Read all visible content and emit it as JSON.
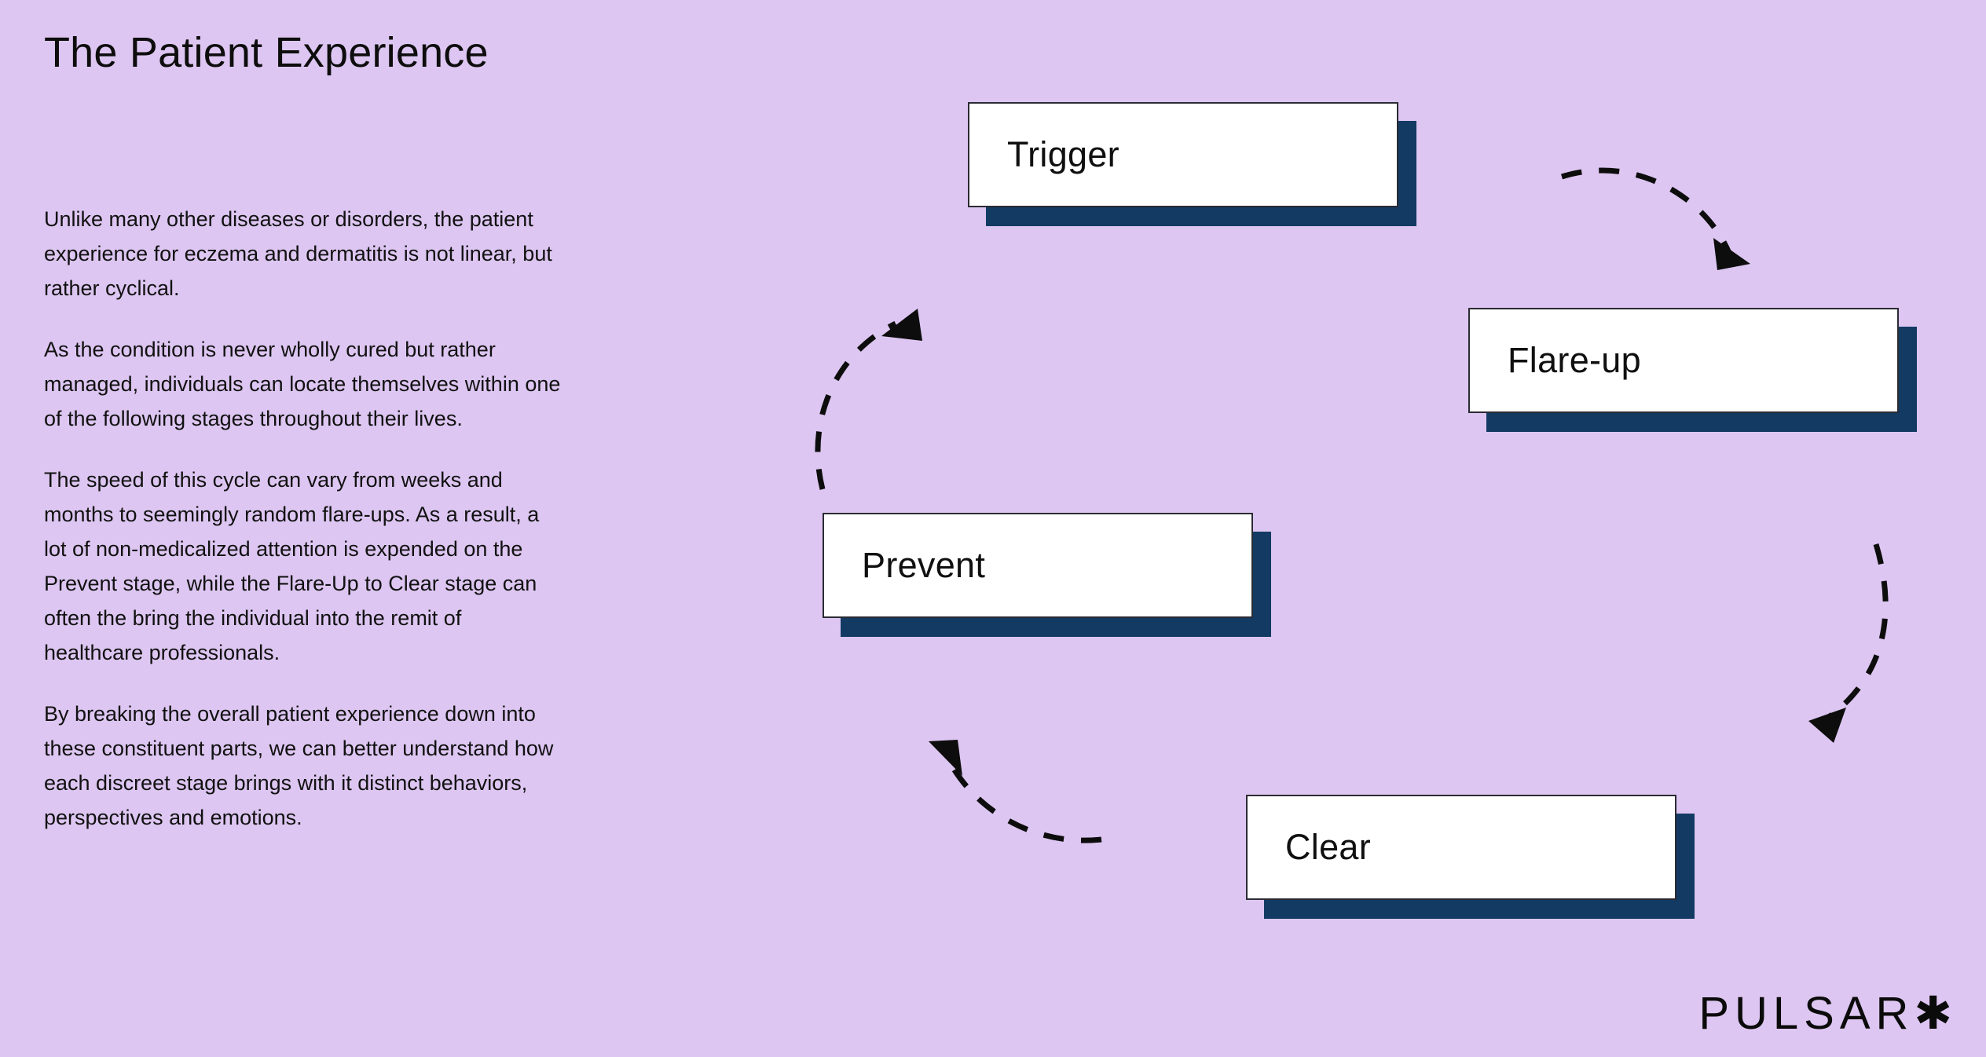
{
  "slide": {
    "title": "The Patient Experience",
    "background_color": "#ddc6f1",
    "accent_navy": "#123a63",
    "card_color": "#ffffff",
    "text_color": "#111111"
  },
  "body_copy": {
    "paragraphs": [
      "Unlike many other diseases or disorders, the patient experience for eczema and dermatitis is not linear, but rather cyclical.",
      "As the condition is never wholly cured but rather managed, individuals can locate themselves within one of the following stages throughout their lives.",
      "The speed of this cycle can vary from weeks and months to seemingly random flare-ups. As a result, a lot of non-medicalized attention is expended on the Prevent stage, while the Flare-Up to Clear stage can often the bring the individual into the remit of healthcare professionals.",
      "By breaking the overall patient experience down into these constituent parts, we can better understand how each discreet stage brings with it distinct behaviors, perspectives and emotions."
    ]
  },
  "cycle": {
    "stages": [
      {
        "id": "trigger",
        "label": "Trigger"
      },
      {
        "id": "flare-up",
        "label": "Flare-up"
      },
      {
        "id": "clear",
        "label": "Clear"
      },
      {
        "id": "prevent",
        "label": "Prevent"
      }
    ],
    "connectors": [
      {
        "id": "trigger-to-flareup",
        "from": "Trigger",
        "to": "Flare-up",
        "style": "dashed-curve"
      },
      {
        "id": "flareup-to-clear",
        "from": "Flare-up",
        "to": "Clear",
        "style": "dashed-curve"
      },
      {
        "id": "clear-to-prevent",
        "from": "Clear",
        "to": "Prevent",
        "style": "dashed-curve"
      },
      {
        "id": "prevent-to-trigger",
        "from": "Prevent",
        "to": "Trigger",
        "style": "dashed-curve"
      }
    ]
  },
  "brand": {
    "logo_text": "PULSAR✱"
  }
}
